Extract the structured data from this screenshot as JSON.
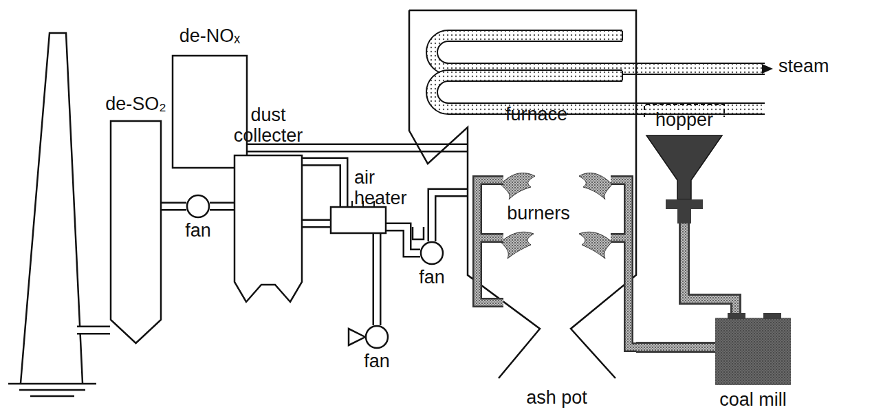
{
  "diagram": {
    "nodes": [
      {
        "text": [
          "de-NOₓ"
        ]
      },
      {
        "text": [
          "furnace"
        ]
      },
      {
        "text": [
          "hopper"
        ]
      },
      {
        "text": [
          "de-SO₂"
        ]
      },
      {
        "text": [
          "dust collecter"
        ]
      },
      {
        "text": [
          "air heater"
        ]
      },
      {
        "text": [
          "fan"
        ]
      },
      {
        "text": [
          "fan"
        ]
      },
      {
        "text": [
          "fan"
        ]
      },
      {
        "text": [
          "coal mill"
        ]
      }
    ],
    "edges": [
      {
        "from": 1,
        "to": 0,
        "arrow": "none"
      },
      {
        "from": 0,
        "to": 5,
        "arrow": "none"
      },
      {
        "from": 5,
        "to": 4,
        "arrow": "none"
      },
      {
        "from": 4,
        "to": 7,
        "arrow": "none"
      },
      {
        "from": 7,
        "to": 3,
        "arrow": "none"
      },
      {
        "from": 8,
        "to": 5,
        "arrow": "none"
      },
      {
        "from": 5,
        "to": 6,
        "arrow": "none"
      },
      {
        "from": 6,
        "to": 1,
        "arrow": "none"
      },
      {
        "from": 2,
        "to": 9,
        "arrow": "none"
      },
      {
        "from": 9,
        "to": 1,
        "arrow": "none"
      }
    ],
    "labels": [
      "steam",
      "burners",
      "ash pot"
    ]
  }
}
